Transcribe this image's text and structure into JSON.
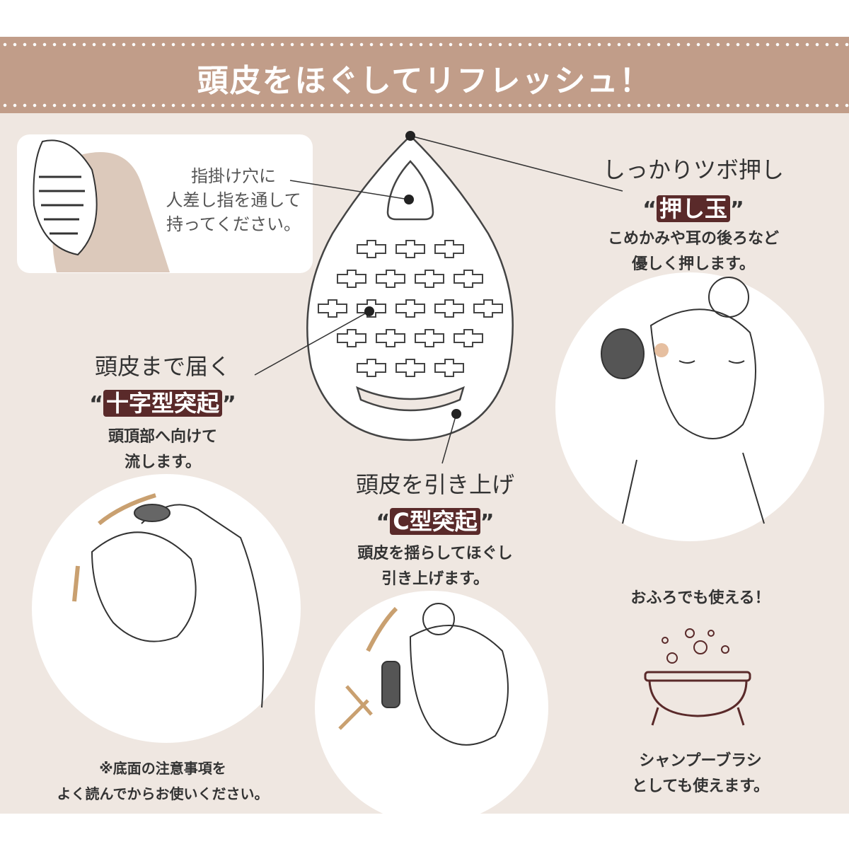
{
  "header": {
    "title": "頭皮をほぐしてリフレッシュ！"
  },
  "finger_hole": {
    "lines": [
      "指掛け穴に",
      "人差し指を通して",
      "持ってください。"
    ]
  },
  "press_ball": {
    "heading": "しっかりツボ押し",
    "label": "押し玉",
    "desc": [
      "こめかみや耳の後ろなど",
      "優しく押します。"
    ]
  },
  "cross": {
    "heading": "頭皮まで届く",
    "label": "十字型突起",
    "desc": [
      "頭頂部へ向けて",
      "流します。"
    ]
  },
  "c_shape": {
    "heading": "頭皮を引き上げ",
    "label": "C型突起",
    "desc": [
      "頭皮を揺らしてほぐし",
      "引き上げます。"
    ]
  },
  "bath": {
    "heading": "おふろでも使える！",
    "desc": [
      "シャンプーブラシ",
      "としても使えます。"
    ]
  },
  "note": {
    "lines": [
      "※底面の注意事項を",
      "よく読んでからお使いください。"
    ]
  },
  "colors": {
    "band": "#c19d89",
    "background": "#efe7e1",
    "label": "#5a2a2a"
  }
}
